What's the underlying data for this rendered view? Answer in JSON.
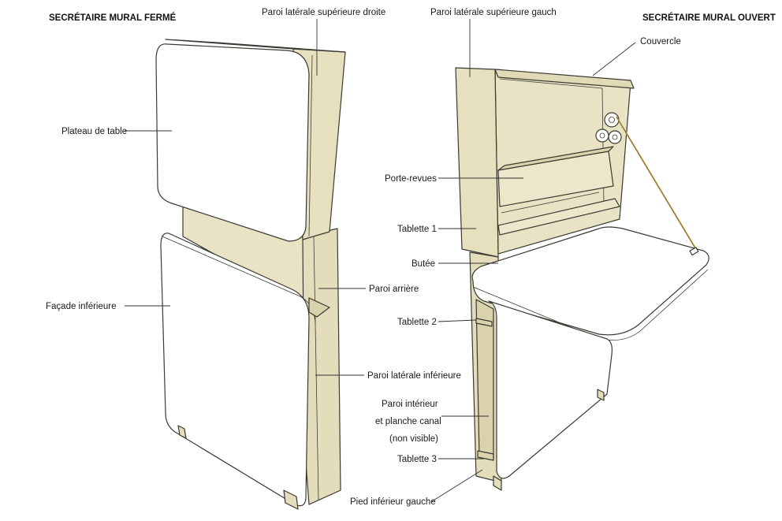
{
  "titles": {
    "closed": "SECRÉTAIRE MURAL FERMÉ",
    "open": "SECRÉTAIRE MURAL OUVERT"
  },
  "labels": {
    "paroi_sup_droite": "Paroi latérale supérieure droite",
    "plateau": "Plateau de table",
    "paroi_arriere": "Paroi arrière",
    "facade": "Façade inférieure",
    "paroi_inf": "Paroi latérale inférieure",
    "paroi_sup_gauche": "Paroi latérale supérieure gauch",
    "couvercle": "Couvercle",
    "porte_revues": "Porte-revues",
    "tablette1": "Tablette 1",
    "butee": "Butée",
    "tablette2": "Tablette 2",
    "paroi_int_1": "Paroi intérieur",
    "paroi_int_2": "et planche canal",
    "paroi_int_3": "(non visible)",
    "tablette3": "Tablette 3",
    "pied": "Pied inférieur gauche"
  },
  "colors": {
    "wood": "#e8e3c4",
    "wood_dark": "#d9d2ad",
    "panel": "#ffffff",
    "edge": "#3a3a32",
    "rope": "#c9a44a"
  }
}
